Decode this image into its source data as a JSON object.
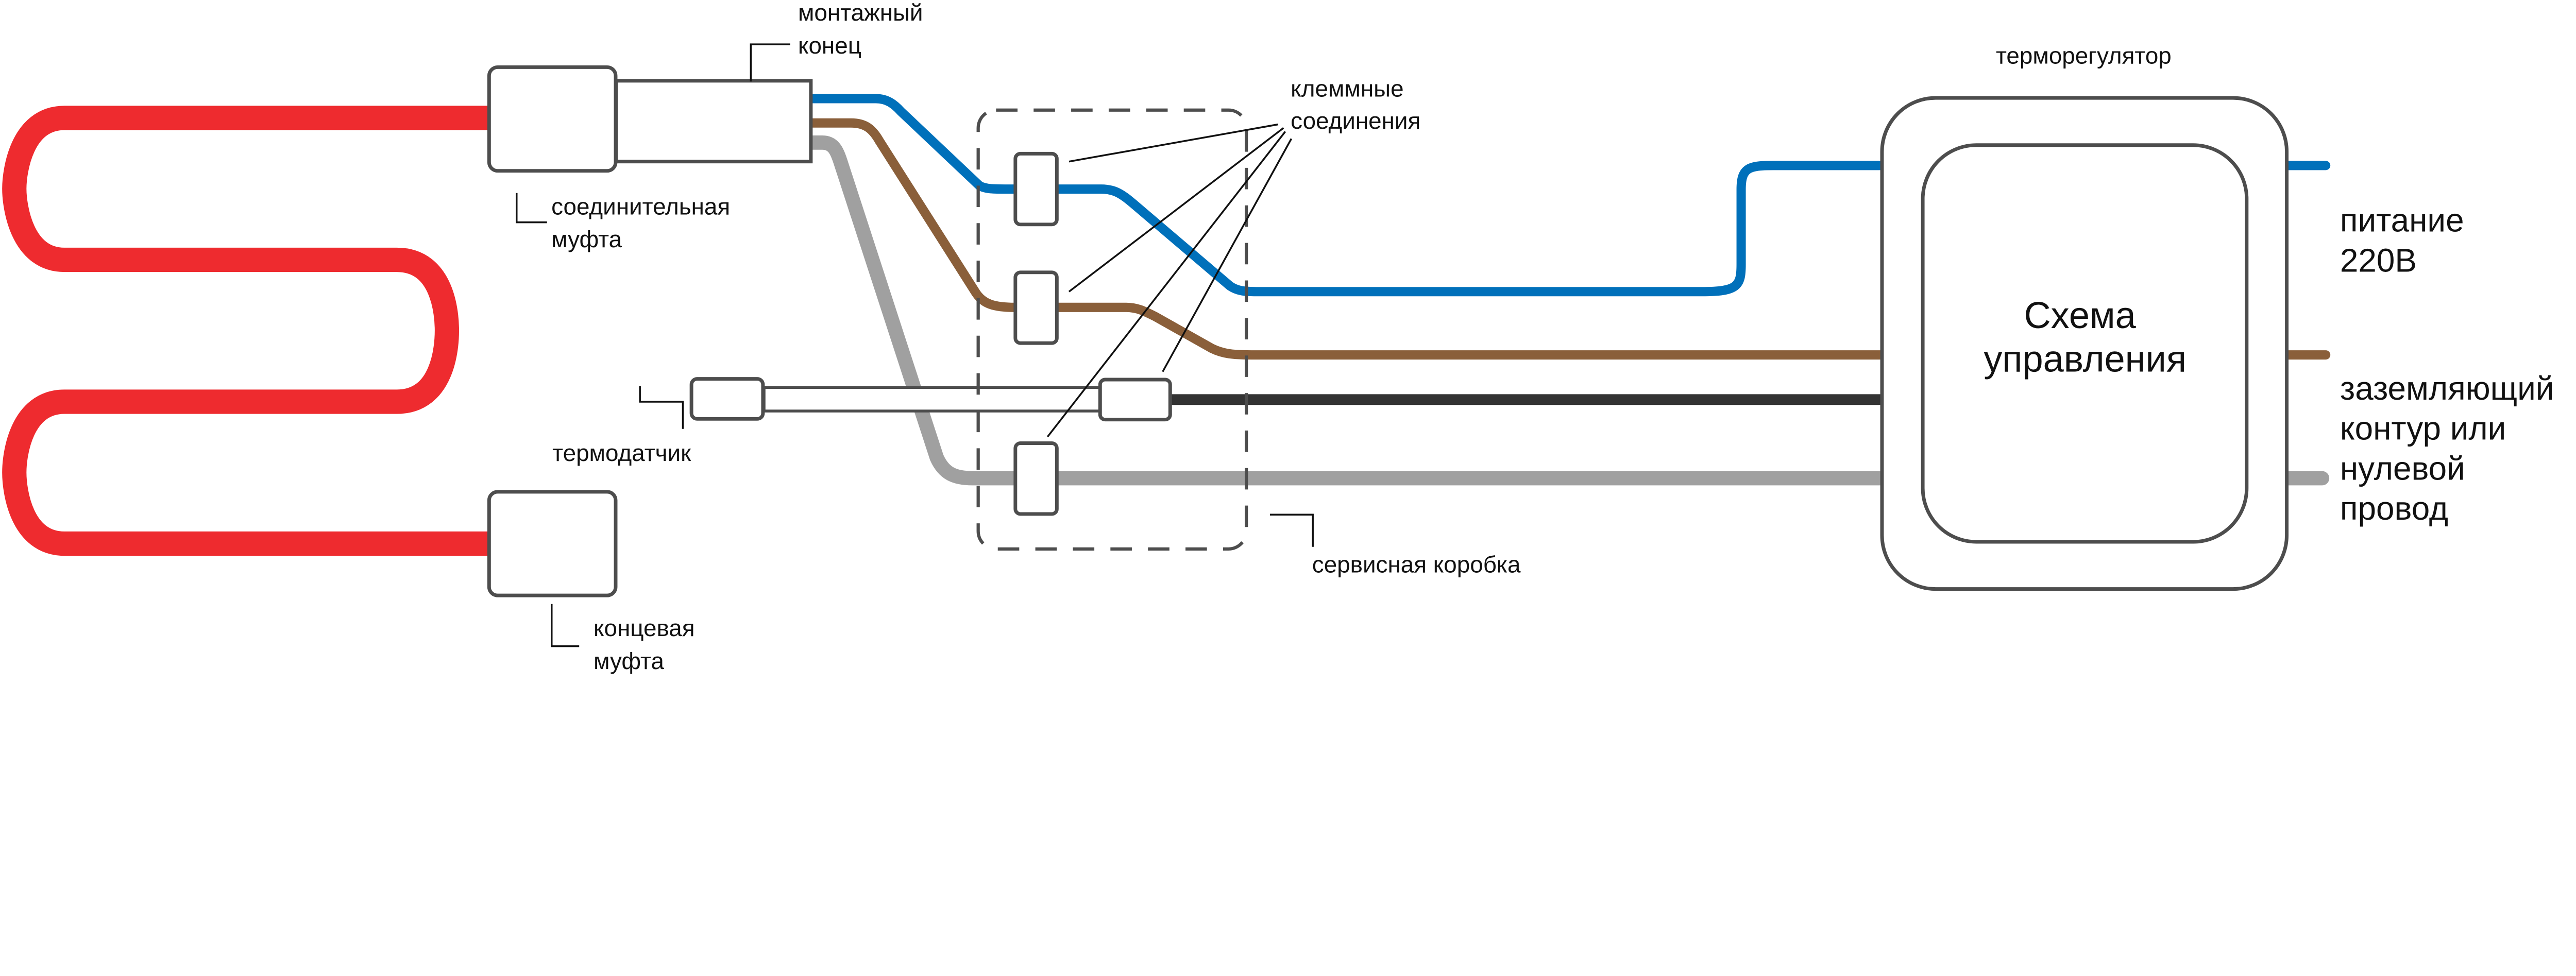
{
  "title": "Схема подключения нагревательного кабеля",
  "colors": {
    "heating_cable": "#ee2b2f",
    "phase_wire": "#0070ba",
    "brown_wire": "#8a5f3a",
    "ground_wire": "#a0a0a0",
    "sensor_wire": "#333333",
    "outline": "#4d4d4d",
    "text": "#111111"
  },
  "labels": {
    "mounting_end": [
      "монтажный",
      "конец"
    ],
    "coupling": [
      "соединительная",
      "муфта"
    ],
    "end_coupling": [
      "концевая",
      "муфта"
    ],
    "sensor": "термодатчик",
    "terminals": [
      "клеммные",
      "соединения"
    ],
    "service_box": "сервисная коробка",
    "thermostat": "терморегулятор",
    "control_circuit": [
      "Схема",
      "управления"
    ],
    "power": [
      "питание",
      "220В"
    ],
    "ground": [
      "заземляющий",
      "контур или",
      "нулевой",
      "провод"
    ]
  }
}
